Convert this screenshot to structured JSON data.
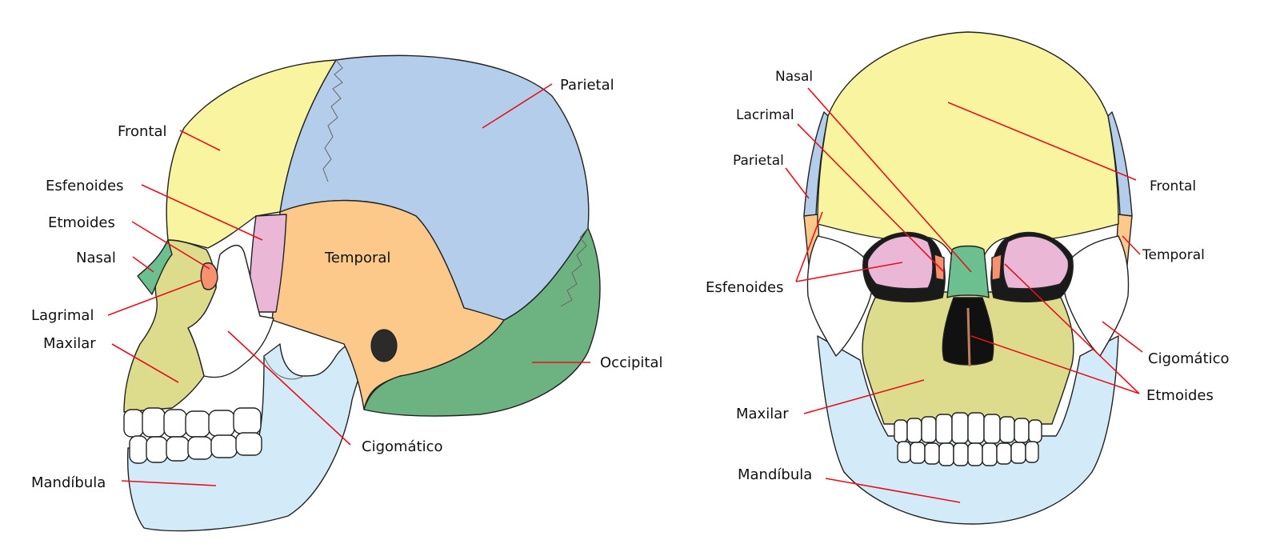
{
  "lateral_view": {
    "labels": {
      "frontal": "Frontal",
      "parietal": "Parietal",
      "esfenoides": "Esfenoides",
      "etmoides": "Etmoides",
      "nasal": "Nasal",
      "temporal": "Temporal",
      "lagrimal": "Lagrimal",
      "maxilar": "Maxilar",
      "occipital": "Occipital",
      "cigomatico": "Cigomático",
      "mandibula": "Mandíbula"
    }
  },
  "frontal_view": {
    "labels": {
      "nasal": "Nasal",
      "lacrimal": "Lacrimal",
      "parietal": "Parietal",
      "frontal": "Frontal",
      "temporal": "Temporal",
      "esfenoides": "Esfenoides",
      "cigomatico": "Cigomático",
      "etmoides": "Etmoides",
      "maxilar": "Maxilar",
      "mandibula": "Mandíbula"
    }
  },
  "colors": {
    "frontal": "#f8f4a0",
    "parietal": "#b4cdeb",
    "temporal": "#fdc98a",
    "occipital": "#6db381",
    "esfenoides": "#eab8d6",
    "nasal": "#6cbf8f",
    "maxilar": "#dcdc8c",
    "mandibula": "#d3ebf8",
    "cigomatico": "#ffffff",
    "lagrimal": "#f7916e",
    "label_line": "#e8101c"
  }
}
